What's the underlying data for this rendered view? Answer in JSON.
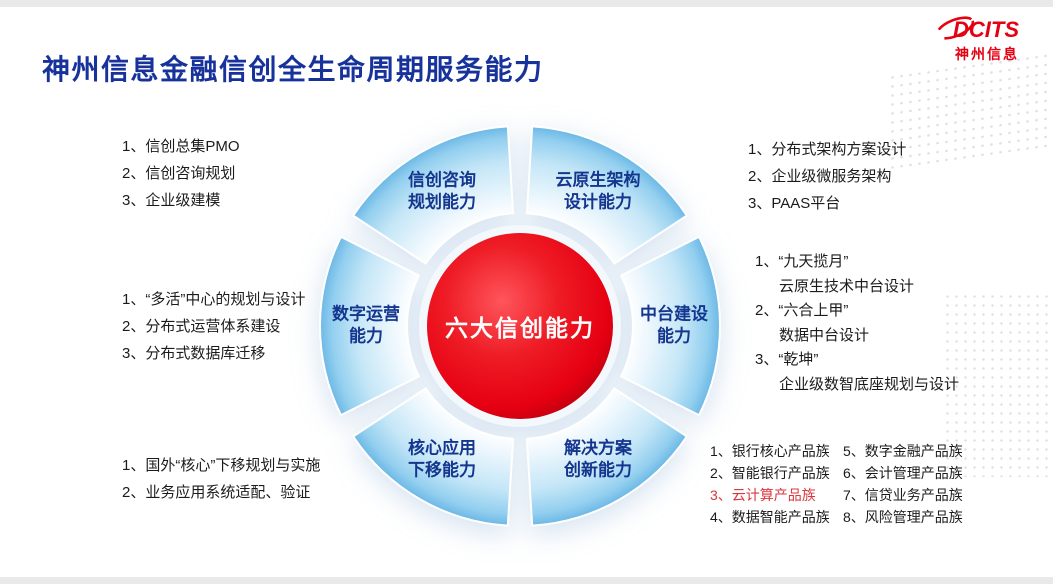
{
  "page": {
    "title": "神州信息金融信创全生命周期服务能力"
  },
  "logo": {
    "brand": "DCITS",
    "company": "神州信息"
  },
  "wheel": {
    "center_label": "六大信创能力",
    "sectors": [
      {
        "line1": "信创咨询",
        "line2": "规划能力"
      },
      {
        "line1": "云原生架构",
        "line2": "设计能力"
      },
      {
        "line1": "中台建设",
        "line2": "能力"
      },
      {
        "line1": "解决方案",
        "line2": "创新能力"
      },
      {
        "line1": "核心应用",
        "line2": "下移能力"
      },
      {
        "line1": "数字运营",
        "line2": "能力"
      }
    ]
  },
  "lists": {
    "top_left": {
      "items": [
        "1、信创总集PMO",
        "2、信创咨询规划",
        "3、企业级建模"
      ]
    },
    "top_right": {
      "items": [
        "1、分布式架构方案设计",
        "2、企业级微服务架构",
        "3、PAAS平台"
      ]
    },
    "mid_left": {
      "items": [
        "1、“多活”中心的规划与设计",
        "2、分布式运营体系建设",
        "3、分布式数据库迁移"
      ]
    },
    "mid_right": {
      "items": [
        {
          "head": "1、“九天揽月”",
          "sub": "云原生技术中台设计"
        },
        {
          "head": "2、“六合上甲”",
          "sub": "数据中台设计"
        },
        {
          "head": "3、“乾坤”",
          "sub": "企业级数智底座规划与设计"
        }
      ]
    },
    "bottom_left": {
      "items": [
        "1、国外“核心”下移规划与实施",
        "2、业务应用系统适配、验证"
      ]
    },
    "bottom_right_col1": {
      "items": [
        "1、银行核心产品族",
        "2、智能银行产品族",
        "3、云计算产品族",
        "4、数据智能产品族"
      ]
    },
    "bottom_right_col2": {
      "items": [
        "5、数字金融产品族",
        "6、会计管理产品族",
        "7、信贷业务产品族",
        "8、风险管理产品族"
      ]
    }
  },
  "colors": {
    "title_blue": "#17329b",
    "sector_text_blue": "#14368f",
    "accent_red": "#e60012",
    "highlight_red": "#d9363e",
    "sector_blue": "#7cc3ea"
  }
}
